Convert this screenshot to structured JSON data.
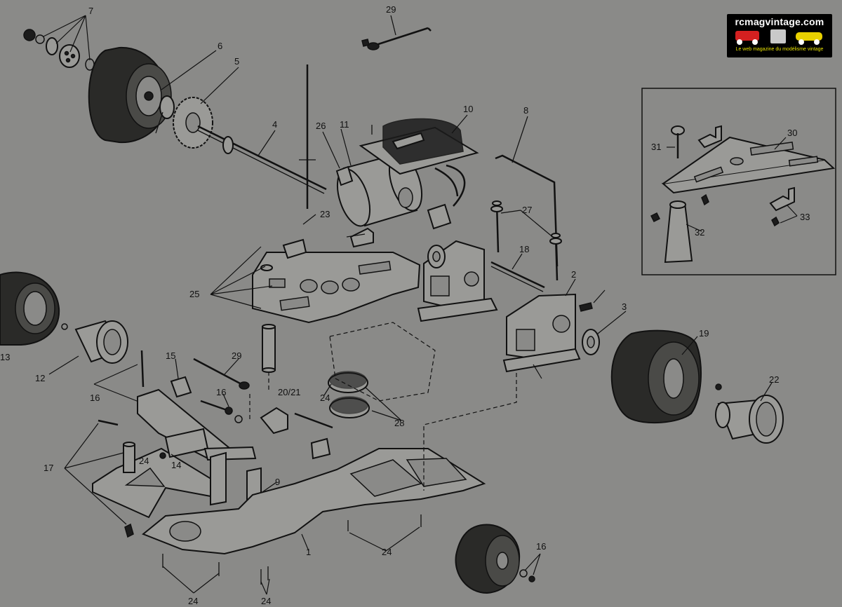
{
  "logo": {
    "title": "rcmagvintage.com",
    "tagline": "Le web magazine du modélisme vintage"
  },
  "part_labels": [
    "7",
    "6",
    "5",
    "4",
    "29",
    "26",
    "11",
    "10",
    "8",
    "30",
    "31",
    "33",
    "32",
    "27",
    "23",
    "25",
    "18",
    "2",
    "3",
    "19",
    "22",
    "12",
    "13",
    "16",
    "15",
    "29",
    "16",
    "20/21",
    "24",
    "28",
    "17",
    "14",
    "24",
    "9",
    "1",
    "24",
    "24",
    "24",
    "16"
  ],
  "colors": {
    "paper": "#8a8a88",
    "ink": "#111111",
    "logo_bg": "#000000",
    "logo_tagline": "#e6e000",
    "logo_accent_red": "#d42020",
    "logo_accent_yellow": "#e8d000"
  }
}
